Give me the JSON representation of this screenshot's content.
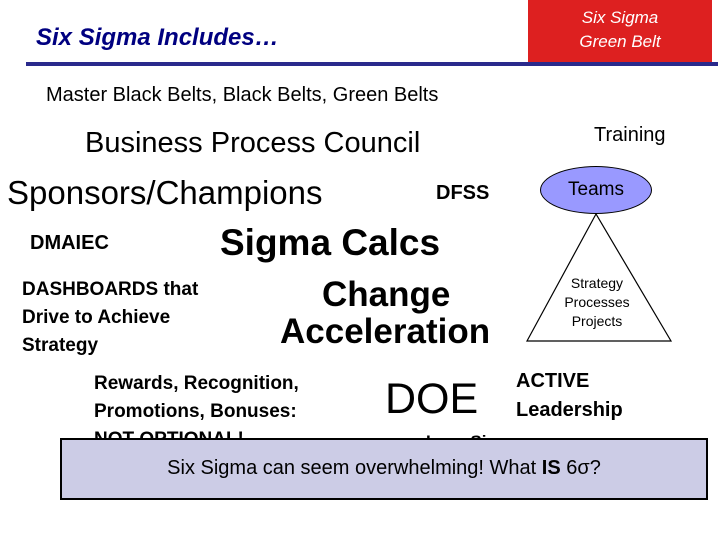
{
  "header": {
    "title": "Six Sigma Includes…",
    "badge_line1": "Six Sigma",
    "badge_line2": "Green Belt"
  },
  "items": {
    "belts": "Master Black Belts, Black Belts, Green Belts",
    "council": "Business Process Council",
    "training": "Training",
    "sponsors": "Sponsors/Champions",
    "dfss": "DFSS",
    "dmaiec": "DMAIEC",
    "sigma_calcs": "Sigma Calcs",
    "dashboards": [
      "DASHBOARDS that",
      "Drive to Achieve",
      "Strategy"
    ],
    "change": "Change",
    "acceleration": "Acceleration",
    "rewards": [
      "Rewards, Recognition,",
      "Promotions, Bonuses:",
      "NOT OPTIONAL!"
    ],
    "doe": "DOE",
    "active": "ACTIVE",
    "leadership": "Leadership",
    "lean_sigma": "Lean Sigma"
  },
  "triangle": {
    "top_label": "Teams",
    "lines": [
      "Strategy",
      "Processes",
      "Projects"
    ]
  },
  "banner": {
    "text_start": "Six Sigma can seem overwhelming! What ",
    "text_bold": "IS",
    "text_end": " 6σ?"
  },
  "colors": {
    "title": "#000080",
    "badge": "#dd2020",
    "teams": "#9999ff",
    "banner": "#cccce6"
  }
}
